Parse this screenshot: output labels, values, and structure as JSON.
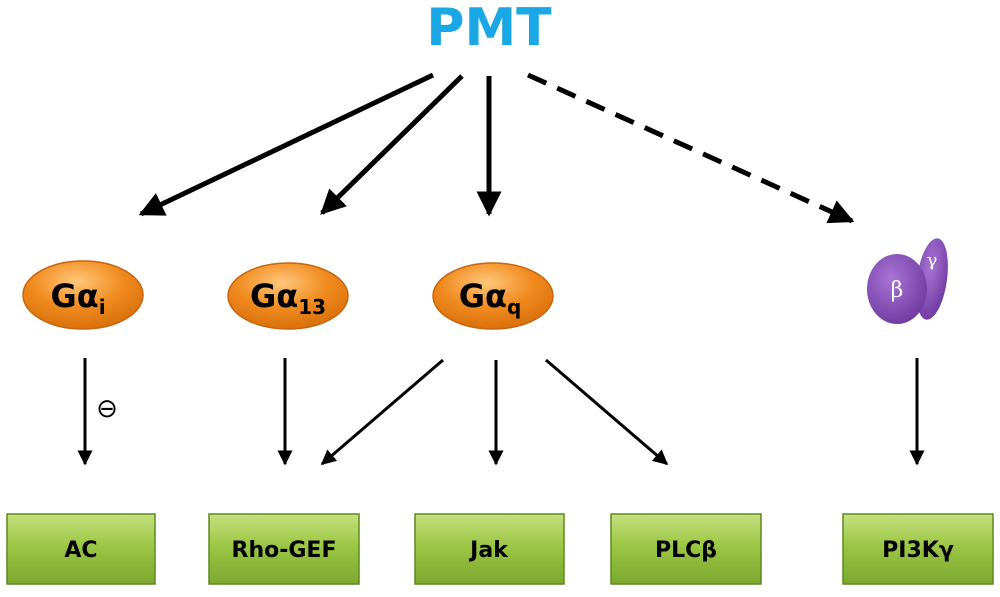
{
  "title": "PMT",
  "colors": {
    "title": "#1aa7e6",
    "g_protein_fill": "#f08a1e",
    "g_protein_highlight": "#ffc77a",
    "g_protein_edge": "#c9650a",
    "box_fill": "#8dbb3a",
    "box_highlight": "#c6e07e",
    "box_edge": "#5d8a1f",
    "beta_gamma_fill": "#8449b8",
    "arrow": "#000000"
  },
  "g_proteins": {
    "gi": {
      "base": "Gα",
      "sub": "i"
    },
    "g13": {
      "base": "Gα",
      "sub": "13"
    },
    "gq": {
      "base": "Gα",
      "sub": "q"
    }
  },
  "beta_gamma": {
    "beta": "β",
    "gamma": "γ"
  },
  "inhibit_symbol": "⊖",
  "effectors": {
    "ac": "AC",
    "rho_gef": "Rho-GEF",
    "jak": "Jak",
    "plc": "PLCβ",
    "pi3k": "PI3Kγ"
  }
}
